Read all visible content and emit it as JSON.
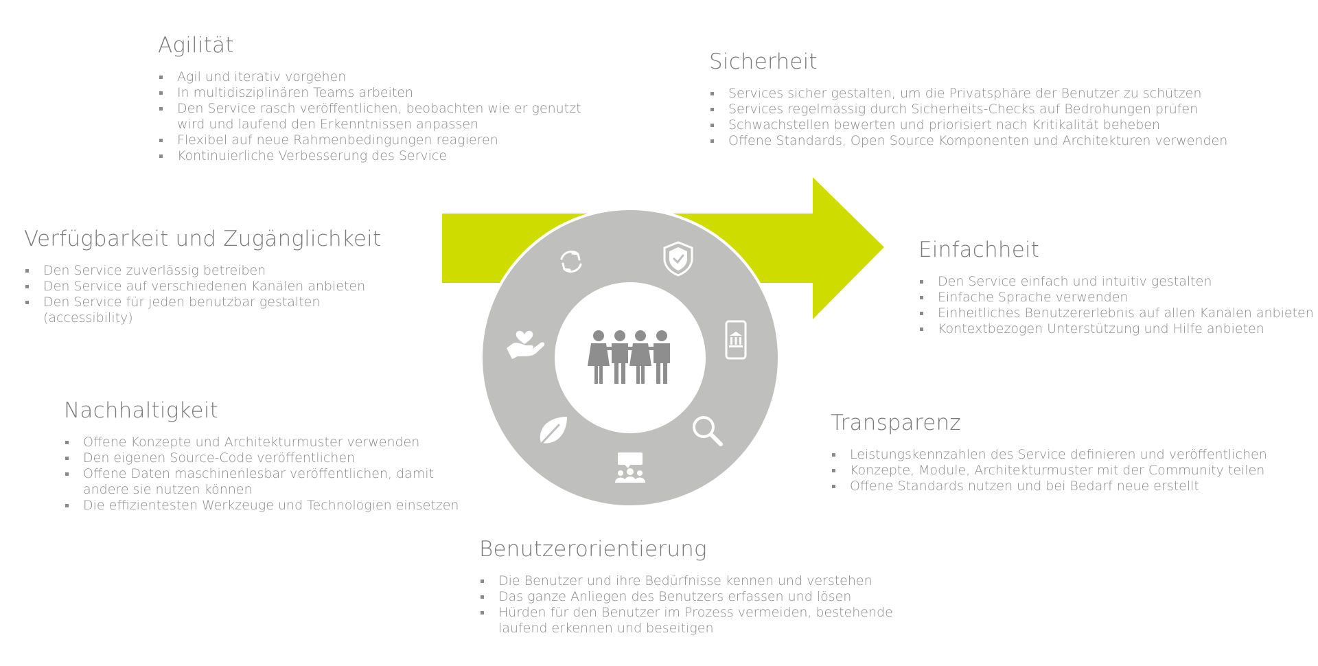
{
  "sections": {
    "agilitaet": {
      "title": "Agilität",
      "items": [
        "Agil und iterativ vorgehen",
        "In multidisziplinären Teams arbeiten",
        "Den Service rasch veröffentlichen, beobachten wie er genutzt wird und laufend den Erkenntnissen anpassen",
        "Flexibel auf neue Rahmenbedingungen reagieren",
        "Kontinuierliche Verbesserung des Service"
      ]
    },
    "sicherheit": {
      "title": "Sicherheit",
      "items": [
        "Services sicher gestalten, um die Privatsphäre der Benutzer zu schützen",
        "Services regelmässig durch Sicherheits-Checks auf Bedrohungen prüfen",
        "Schwachstellen bewerten und priorisiert nach Kritikalität beheben",
        "Offene Standards, Open Source Komponenten und Architekturen verwenden"
      ]
    },
    "verfuegbarkeit": {
      "title": "Verfügbarkeit und Zugänglichkeit",
      "items": [
        "Den Service zuverlässig betreiben",
        "Den Service auf verschiedenen Kanälen anbieten",
        "Den Service für jeden benutzbar gestalten (accessibility)"
      ]
    },
    "einfachheit": {
      "title": "Einfachheit",
      "items": [
        "Den Service einfach und intuitiv gestalten",
        "Einfache Sprache verwenden",
        "Einheitliches Benutzererlebnis auf allen Kanälen anbieten",
        "Kontextbezogen Unterstützung und Hilfe anbieten"
      ]
    },
    "nachhaltigkeit": {
      "title": "Nachhaltigkeit",
      "items": [
        "Offene Konzepte und Architekturmuster verwenden",
        "Den eigenen Source-Code veröffentlichen",
        "Offene Daten maschinenlesbar veröffentlichen, damit andere sie nutzen können",
        "Die effizientesten Werkzeuge und Technologien einsetzen"
      ]
    },
    "transparenz": {
      "title": "Transparenz",
      "items": [
        "Leistungskennzahlen des Service definieren und veröffentlichen",
        "Konzepte, Module, Architekturmuster mit der Community teilen",
        "Offene Standards nutzen und bei Bedarf neue erstellt"
      ]
    },
    "benutzer": {
      "title": "Benutzerorientierung",
      "items": [
        "Die Benutzer und ihre Bedürfnisse kennen und verstehen",
        "Das ganze Anliegen des Benutzers erfassen und lösen",
        "Hürden für den Benutzer im Prozess vermeiden, bestehende laufend erkennen und beseitigen"
      ]
    }
  },
  "colors": {
    "arrow": "#cfdc00",
    "ring": "#bfc0bd",
    "text": "#8a8a8a",
    "heading": "#7a7a7a"
  },
  "icons": {
    "top_left": "refresh-icon",
    "top_right": "shield-check-icon",
    "right": "mobile-government-icon",
    "bottom_right": "search-icon",
    "bottom": "community-chat-icon",
    "bottom_left": "leaf-icon",
    "left": "heart-hand-icon",
    "center": "people-group-icon"
  }
}
